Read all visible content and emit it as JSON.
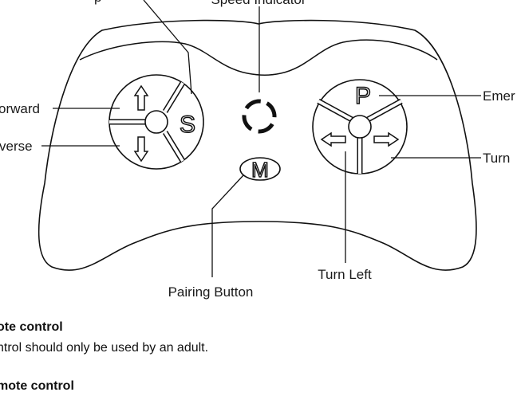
{
  "labels": {
    "top_left": "p",
    "speed_indicator": "Speed Indicator",
    "forward": "orward",
    "reverse": "verse",
    "emergency": "Emer",
    "turn_right": "Turn",
    "turn_left": "Turn Left",
    "pairing_button": "Pairing Button"
  },
  "buttons": {
    "speed": "S",
    "pairing": "M",
    "park": "P"
  },
  "text": {
    "heading1": "ote control",
    "line1": "ntrol should only be used by an adult.",
    "heading2": "mote control"
  },
  "colors": {
    "line": "#111111",
    "text": "#1a1a1a"
  }
}
